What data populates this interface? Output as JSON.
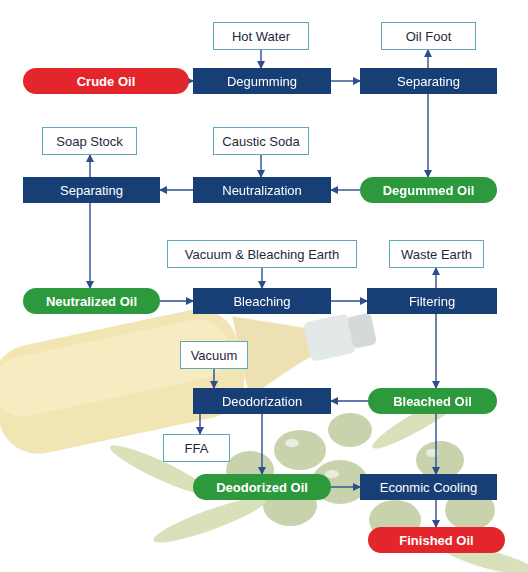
{
  "diagram": {
    "nodes": [
      {
        "text": [
          "Hot Water"
        ]
      },
      {
        "text": [
          "Oil Foot"
        ]
      },
      {
        "text": [
          "Crude Oil"
        ]
      },
      {
        "text": [
          "Degumming"
        ]
      },
      {
        "text": [
          "Separating"
        ]
      },
      {
        "text": [
          "Soap Stock"
        ]
      },
      {
        "text": [
          "Caustic Soda"
        ]
      },
      {
        "text": [
          "Separating"
        ]
      },
      {
        "text": [
          "Neutralization"
        ]
      },
      {
        "text": [
          "Degummed Oil"
        ]
      },
      {
        "text": [
          "Vacuum & Bleaching Earth"
        ]
      },
      {
        "text": [
          "Waste Earth"
        ]
      },
      {
        "text": [
          "Neutralized Oil"
        ]
      },
      {
        "text": [
          "Bleaching"
        ]
      },
      {
        "text": [
          "Filtering"
        ]
      },
      {
        "text": [
          "Vacuum"
        ]
      },
      {
        "text": [
          "Deodorization"
        ]
      },
      {
        "text": [
          "Bleached Oil"
        ]
      },
      {
        "text": [
          "FFA"
        ]
      },
      {
        "text": [
          "Deodorized Oil"
        ]
      },
      {
        "text": [
          "Econmic Cooling"
        ]
      },
      {
        "text": [
          "Finished Oil"
        ]
      }
    ],
    "edges": [
      {
        "from": 0,
        "to": 3,
        "arrow": "to"
      },
      {
        "from": 2,
        "to": 3,
        "arrow": "to"
      },
      {
        "from": 3,
        "to": 4,
        "arrow": "to"
      },
      {
        "from": 4,
        "to": 1,
        "arrow": "to"
      },
      {
        "from": 4,
        "to": 9,
        "arrow": "to"
      },
      {
        "from": 9,
        "to": 8,
        "arrow": "to"
      },
      {
        "from": 6,
        "to": 8,
        "arrow": "to"
      },
      {
        "from": 8,
        "to": 7,
        "arrow": "to"
      },
      {
        "from": 7,
        "to": 5,
        "arrow": "to"
      },
      {
        "from": 7,
        "to": 12,
        "arrow": "to"
      },
      {
        "from": 12,
        "to": 13,
        "arrow": "to"
      },
      {
        "from": 10,
        "to": 13,
        "arrow": "to"
      },
      {
        "from": 13,
        "to": 14,
        "arrow": "to"
      },
      {
        "from": 14,
        "to": 11,
        "arrow": "to"
      },
      {
        "from": 14,
        "to": 17,
        "arrow": "to"
      },
      {
        "from": 17,
        "to": 16,
        "arrow": "to"
      },
      {
        "from": 15,
        "to": 16,
        "arrow": "to"
      },
      {
        "from": 16,
        "to": 18,
        "arrow": "to"
      },
      {
        "from": 16,
        "to": 19,
        "arrow": "to"
      },
      {
        "from": 19,
        "to": 20,
        "arrow": "to"
      },
      {
        "from": 17,
        "to": 20,
        "arrow": "to"
      },
      {
        "from": 20,
        "to": 21,
        "arrow": "to"
      }
    ]
  }
}
